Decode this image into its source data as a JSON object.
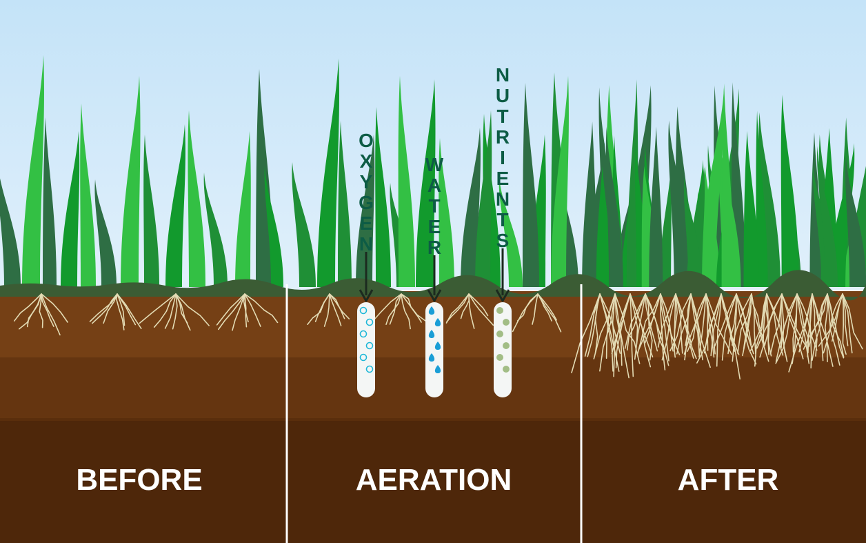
{
  "panels": [
    {
      "id": "before",
      "label": "BEFORE"
    },
    {
      "id": "aeration",
      "label": "AERATION"
    },
    {
      "id": "after",
      "label": "AFTER"
    }
  ],
  "inputs": [
    {
      "id": "oxygen",
      "label": "OXYGEN",
      "marker": "bubble-icon",
      "color": "#1fb8d8"
    },
    {
      "id": "water",
      "label": "WATER",
      "marker": "water-drop-icon",
      "color": "#1a9ed6"
    },
    {
      "id": "nutrients",
      "label": "NUTRIENTS",
      "marker": "nutrient-dot-icon",
      "color": "#a2bd86"
    }
  ],
  "colors": {
    "sky_top": "#c4e3f8",
    "sky_bottom": "#e1f0fb",
    "turf": "#3b5c34",
    "soil_1": "#754015",
    "soil_2": "#653510",
    "soil_3": "#5a2e0c",
    "soil_4": "#4e270a",
    "root": "#e3dbb4",
    "label_text": "#0d5c45",
    "grass": [
      "#2e6e44",
      "#1f8f36",
      "#33c044",
      "#129a2d"
    ]
  }
}
